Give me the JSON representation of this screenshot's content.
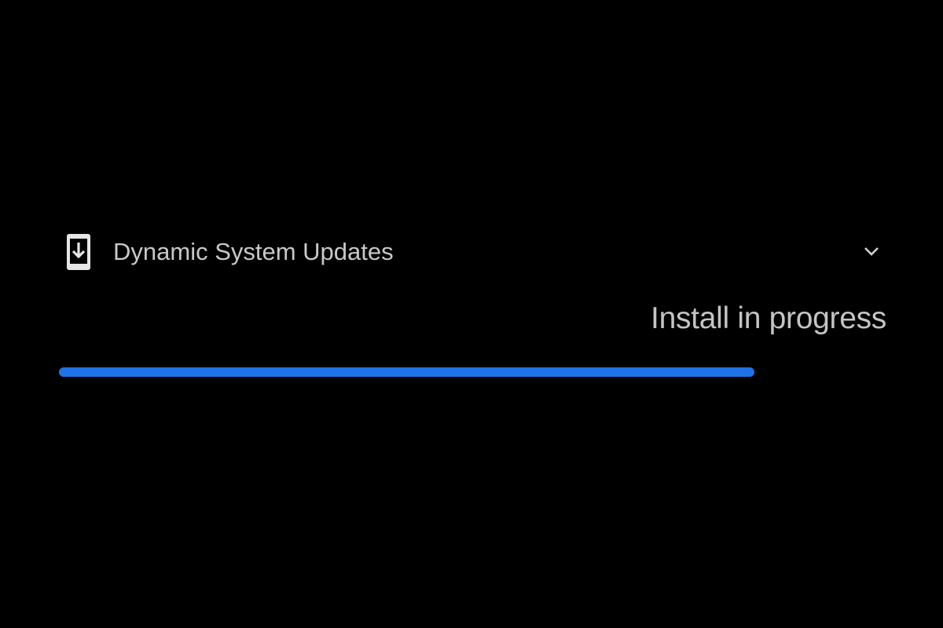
{
  "notification": {
    "app_icon": "phone-download-icon",
    "title": "Dynamic System Updates",
    "expand_icon": "chevron-down-icon",
    "status": "Install in progress",
    "progress_percent": 84,
    "accent_color": "#1f73e8"
  }
}
